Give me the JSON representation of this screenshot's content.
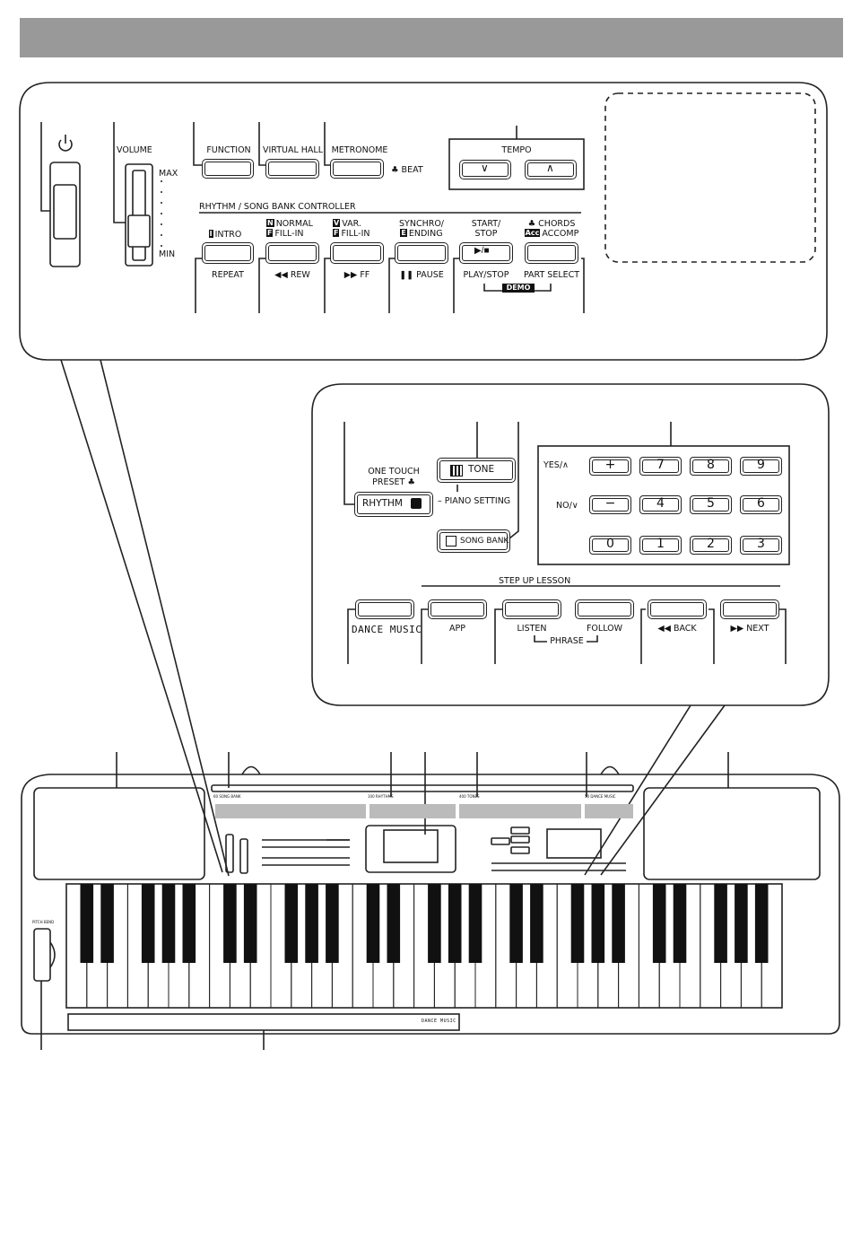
{
  "top_panel": {
    "volume": "VOLUME",
    "max": "MAX",
    "min": "MIN",
    "function": "FUNCTION",
    "virtual_hall": "VIRTUAL HALL",
    "metronome": "METRONOME",
    "beat": "BEAT",
    "tempo": "TEMPO",
    "controller_title": "RHYTHM / SONG BANK CONTROLLER",
    "normal_top": "NORMAL",
    "fill_in": "FILL-IN",
    "var": "VAR.",
    "synchro": "SYNCHRO/",
    "ending": "ENDING",
    "start": "START/",
    "stop": "STOP",
    "chords": "CHORDS",
    "accomp": "ACCOMP",
    "intro": "INTRO",
    "repeat": "REPEAT",
    "rew": "REW",
    "ff": "FF",
    "pause": "PAUSE",
    "play_stop": "PLAY/STOP",
    "part_select": "PART SELECT",
    "demo": "DEMO",
    "play_icon": "▶/■",
    "badge_i": "I",
    "badge_n": "N",
    "badge_f": "F",
    "badge_v": "V",
    "badge_e": "E",
    "badge_acc": "Acc"
  },
  "middle_panel": {
    "one_touch": "ONE TOUCH",
    "preset": "PRESET",
    "rhythm": "RHYTHM",
    "tone": "TONE",
    "piano_setting": "PIANO SETTING",
    "song_bank": "SONG BANK",
    "yes": "YES/∧",
    "no": "NO/∨",
    "keypad_row1": [
      "+",
      "7",
      "8",
      "9"
    ],
    "keypad_row2": [
      "−",
      "4",
      "5",
      "6"
    ],
    "keypad_row3": [
      "0",
      "1",
      "2",
      "3"
    ],
    "step_up_lesson": "STEP UP LESSON",
    "dance_music": "DANCE MUSIC",
    "app": "APP",
    "listen": "LISTEN",
    "follow": "FOLLOW",
    "phrase": "PHRASE",
    "back": "BACK",
    "next": "NEXT"
  },
  "keyboard": {
    "song_bank_60": "60 SONG BANK",
    "rhythms_100": "100 RHYTHMS",
    "tones_400": "400 TONES",
    "dance_music_50": "50 DANCE MUSIC",
    "pitch_bend": "PITCH BEND",
    "dance_music_strip": "DANCE MUSIC"
  }
}
